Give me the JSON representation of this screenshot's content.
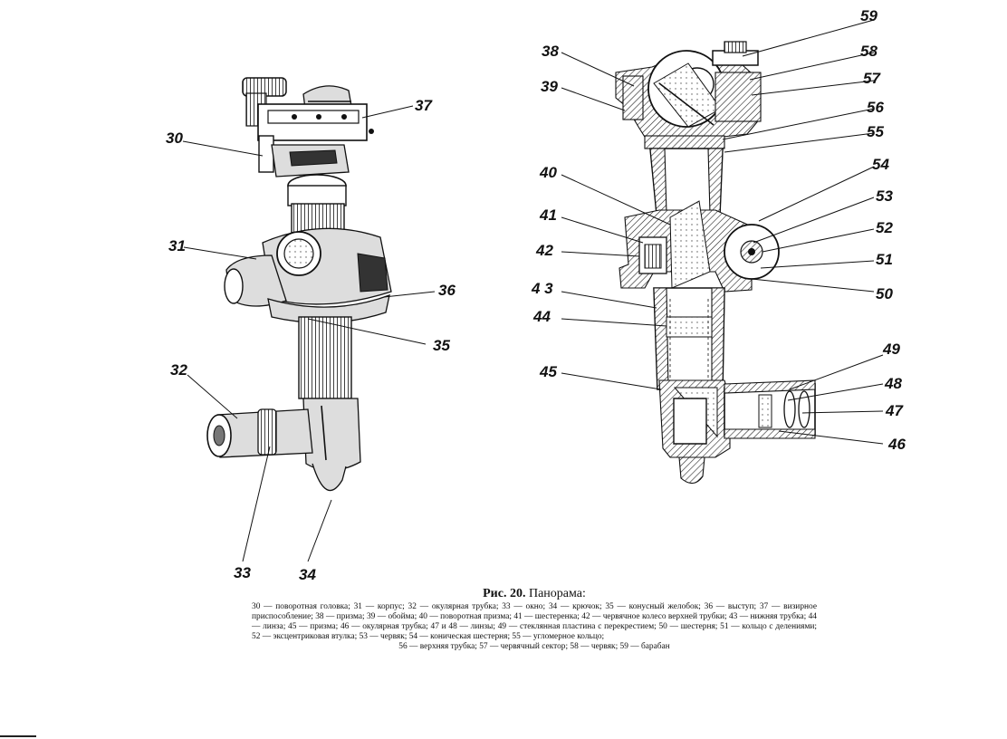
{
  "figure": {
    "title_number": "Рис. 20.",
    "title_text": "Панорама:",
    "caption": "30 — поворотная головка; 31 — корпус; 32 — окулярная трубка; 33 — окно; 34 — крючок; 35 — конусный желобок; 36 — выступ; 37 — визирное приспособление; 38 — призма; 39 — обойма; 40 — поворотная призма; 41 — шестеренка; 42 — червячное колесо верхней трубки; 43 — нижняя трубка; 44 — линза; 45 — призма; 46 — окулярная трубка; 47 и 48 — линзы; 49 — стеклянная пластина с перекрестием; 50 — шестерня; 51 — кольцо с делениями; 52 — эксцентриковая втулка; 53 — червяк; 54 — коническая шестерня; 55 — угломерное кольцо;",
    "caption_last": "56 — верхняя трубка; 57 — червячный сектор; 58 — червяк; 59 — барабан"
  },
  "labels_left": [
    "30",
    "31",
    "32",
    "33",
    "34",
    "35",
    "36",
    "37"
  ],
  "labels_right": [
    "38",
    "39",
    "40",
    "41",
    "42",
    "4 3",
    "44",
    "45",
    "46",
    "47",
    "48",
    "49",
    "50",
    "51",
    "52",
    "53",
    "54",
    "55",
    "56",
    "57",
    "58",
    "59"
  ]
}
